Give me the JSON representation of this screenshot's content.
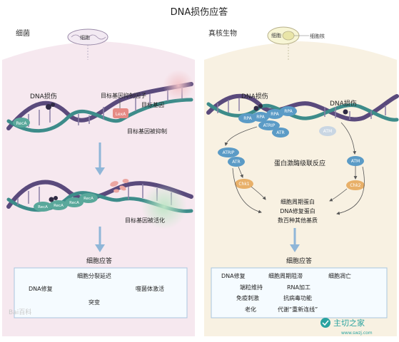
{
  "title": "DNA损伤应答",
  "left": {
    "heading": "细菌",
    "cell_label": "细胞",
    "dna_damage": "DNA损伤",
    "inhibitor": "目标基因抑制因子",
    "target_gene": "目标基因",
    "repressed": "目标基因被抑制",
    "activated": "目标基因被活化",
    "proteins": {
      "reca": "RecA",
      "lexa": "LexA"
    },
    "response_title": "细胞应答",
    "responses": [
      "细胞分裂延迟",
      "DNA修复",
      "噬菌体激活",
      "突变"
    ]
  },
  "right": {
    "heading": "真核生物",
    "cell_label": "细胞",
    "nucleus_label": "细胞核",
    "dna_damage_1": "DNA损伤",
    "dna_damage_2": "DNA损伤",
    "proteins": {
      "rpa": "RPA",
      "atrip": "ATRIP",
      "atr": "ATR",
      "atm": "ATM",
      "chk1": "Chk1",
      "chk2": "Chk2"
    },
    "cascade": "蛋白激酶级联反应",
    "outputs": [
      "细胞周期蛋白",
      "DNA修复蛋白",
      "数百种其他基质"
    ],
    "response_title": "细胞应答",
    "responses": [
      "DNA修复",
      "细胞周期阻滞",
      "细胞凋亡",
      "端粒维持",
      "RNA加工",
      "免疫刺激",
      "抗病毒功能",
      "老化",
      "代谢“重新连线”"
    ]
  },
  "watermarks": {
    "baidu": "Bai百科",
    "site": "主切之家",
    "site_url": "www.swzj.com"
  },
  "colors": {
    "left_bg": "#f6e8ef",
    "right_bg": "#f8f1e2",
    "dna_purple": "#5a4a7c",
    "dna_teal": "#3d8c8a",
    "protein_teal": "#5aa89b",
    "protein_blue": "#5b9bc6",
    "lexa_red": "#e58a85",
    "arrow_blue": "#8fb6d8"
  }
}
